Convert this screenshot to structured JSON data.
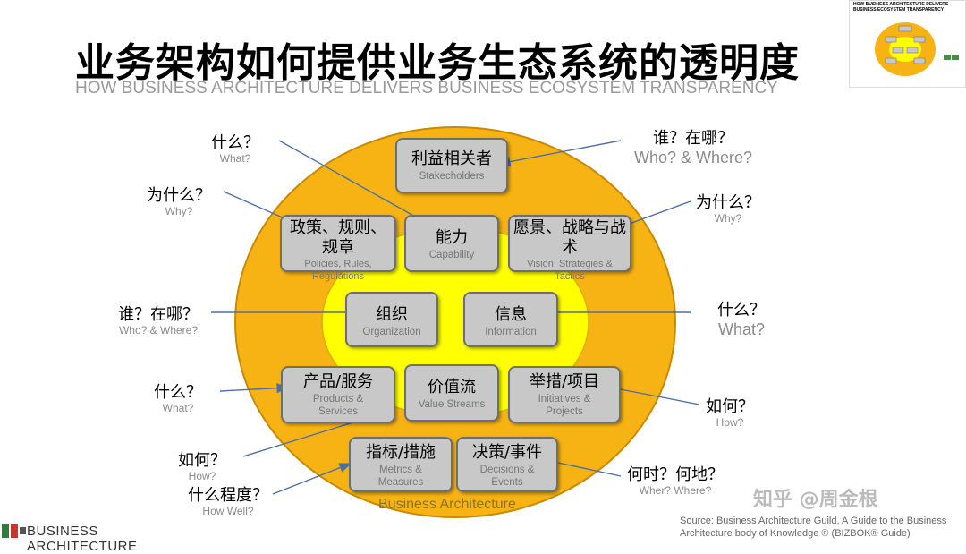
{
  "title": "业务架构如何提供业务生态系统的透明度",
  "subtitle": "HOW BUSINESS ARCHITECTURE DELIVERS BUSINESS ECOSYSTEM TRANSPARENCY",
  "thumbnail": {
    "title": "HOW BUSINESS ARCHITECTURE DELIVERS BUSINESS ECOSYSTEM TRANSPARENCY"
  },
  "colors": {
    "outer_ring": "#f7b313",
    "inner_ring": "#ffff00",
    "box": "#c8c8c8",
    "arrow": "#4e6fa8"
  },
  "boxes": {
    "stakeholders": {
      "cn": "利益相关者",
      "en": "Stakecholders"
    },
    "policies": {
      "cn": "政策、规则、规章",
      "en": "Policies, Rules, Regulations"
    },
    "capability": {
      "cn": "能力",
      "en": "Capability"
    },
    "vision": {
      "cn": "愿景、战略与战术",
      "en": "Vision, Strategies & Tactics"
    },
    "organization": {
      "cn": "组织",
      "en": "Organization"
    },
    "information": {
      "cn": "信息",
      "en": "Information"
    },
    "products": {
      "cn": "产品/服务",
      "en": "Products & Services"
    },
    "value_streams": {
      "cn": "价值流",
      "en": "Value Streams"
    },
    "initiatives": {
      "cn": "举措/项目",
      "en": "Initiatives & Projects"
    },
    "metrics": {
      "cn": "指标/措施",
      "en": "Metrics & Measures"
    },
    "decisions": {
      "cn": "决策/事件",
      "en": "Decisions & Events"
    }
  },
  "labels": {
    "what1": {
      "q": "什么？",
      "qe": "What?"
    },
    "who_where1": {
      "q": "谁？在哪？",
      "qe": "Who? & Where?"
    },
    "why1": {
      "q": "为什么？",
      "qe": "Why?"
    },
    "why2": {
      "q": "为什么？",
      "qe": "Why?"
    },
    "who_where2": {
      "q": "谁？在哪？",
      "qe": "Who? & Where?"
    },
    "what2": {
      "q": "什么？",
      "qe": "What?"
    },
    "what3": {
      "q": "什么？",
      "qe": "What?"
    },
    "how1": {
      "q": "如何？",
      "qe": "How?"
    },
    "how2": {
      "q": "如何？",
      "qe": "How?"
    },
    "when_where": {
      "q": "何时？何地？",
      "qe": "Wher? Where?"
    },
    "how_well": {
      "q": "什么程度？",
      "qe": "How Well?"
    }
  },
  "ring_label": "Business Architecture",
  "source": "Source: Business Architecture Guild, A Guide to the Business Architecture body of Knowledge ® (BIZBOK® Guide)",
  "logo_text": "BUSINESS ARCHITECTURE",
  "watermark": "知乎 @周金根"
}
